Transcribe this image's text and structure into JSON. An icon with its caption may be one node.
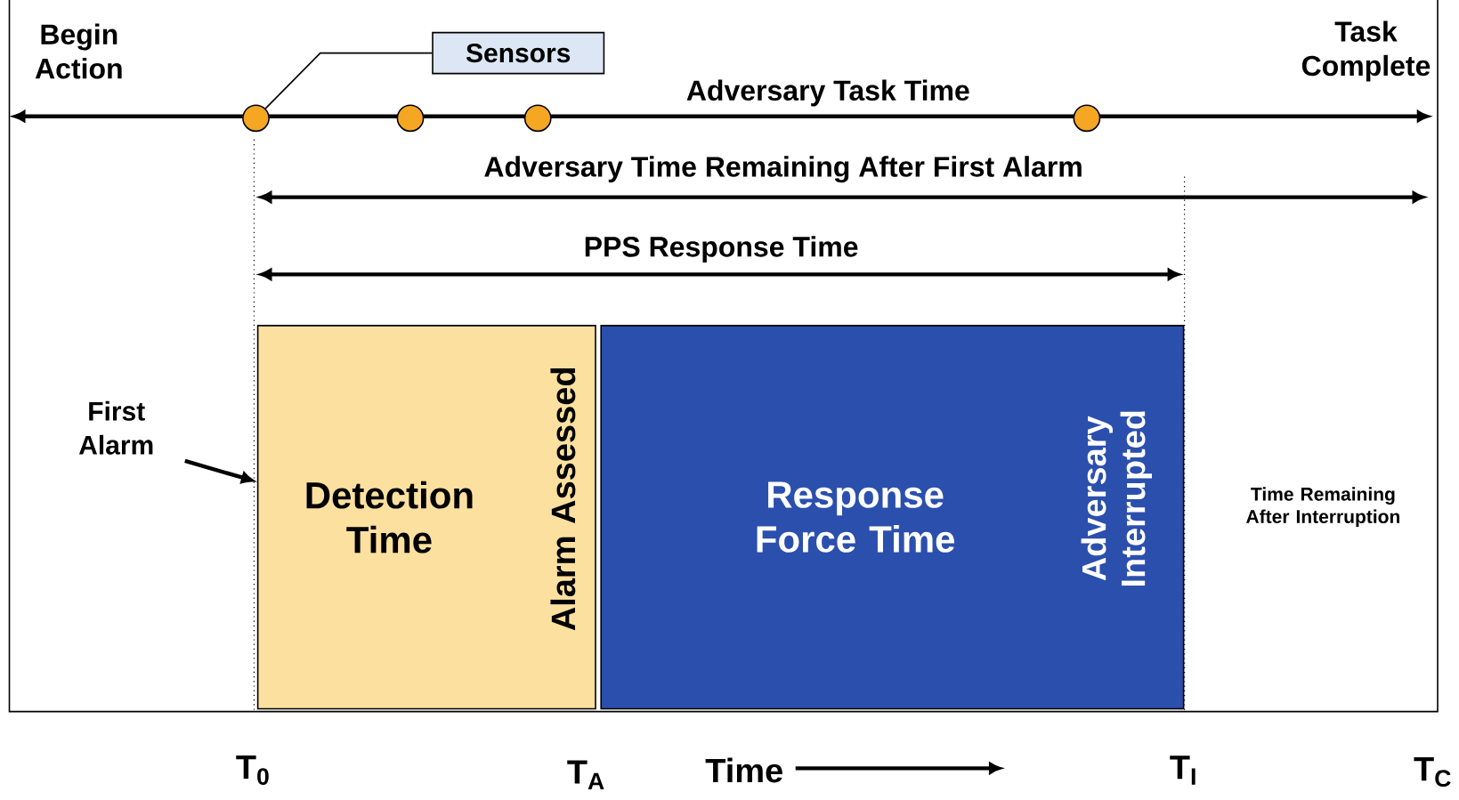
{
  "diagram": {
    "nodes": [
      {
        "text": [
          "Sensors"
        ]
      },
      {
        "text": [],
        "shape": "circle"
      },
      {
        "text": [],
        "shape": "circle"
      },
      {
        "text": [],
        "shape": "circle"
      },
      {
        "text": [],
        "shape": "circle"
      },
      {
        "text": [
          "First Alarm"
        ]
      },
      {
        "text": [
          "Detection Time",
          "Alarm Assessed"
        ]
      },
      {
        "text": [
          "Response Force Time",
          "Adversary Interrupted"
        ]
      }
    ],
    "edges": [
      {
        "from": 0,
        "to": 1,
        "arrow": "none"
      },
      {
        "from": 5,
        "to": 6,
        "arrow": "to",
        "style": "thick"
      }
    ],
    "labels": [
      "Begin Action",
      "Task Complete",
      "Adversary Task Time",
      "Adversary Time Remaining After First Alarm",
      "PPS Response Time",
      "Time Remaining After Interruption",
      "T$_{0}$",
      "T$_{A}$",
      "Time",
      "T$_{I}$",
      "T$_{C}$"
    ]
  }
}
